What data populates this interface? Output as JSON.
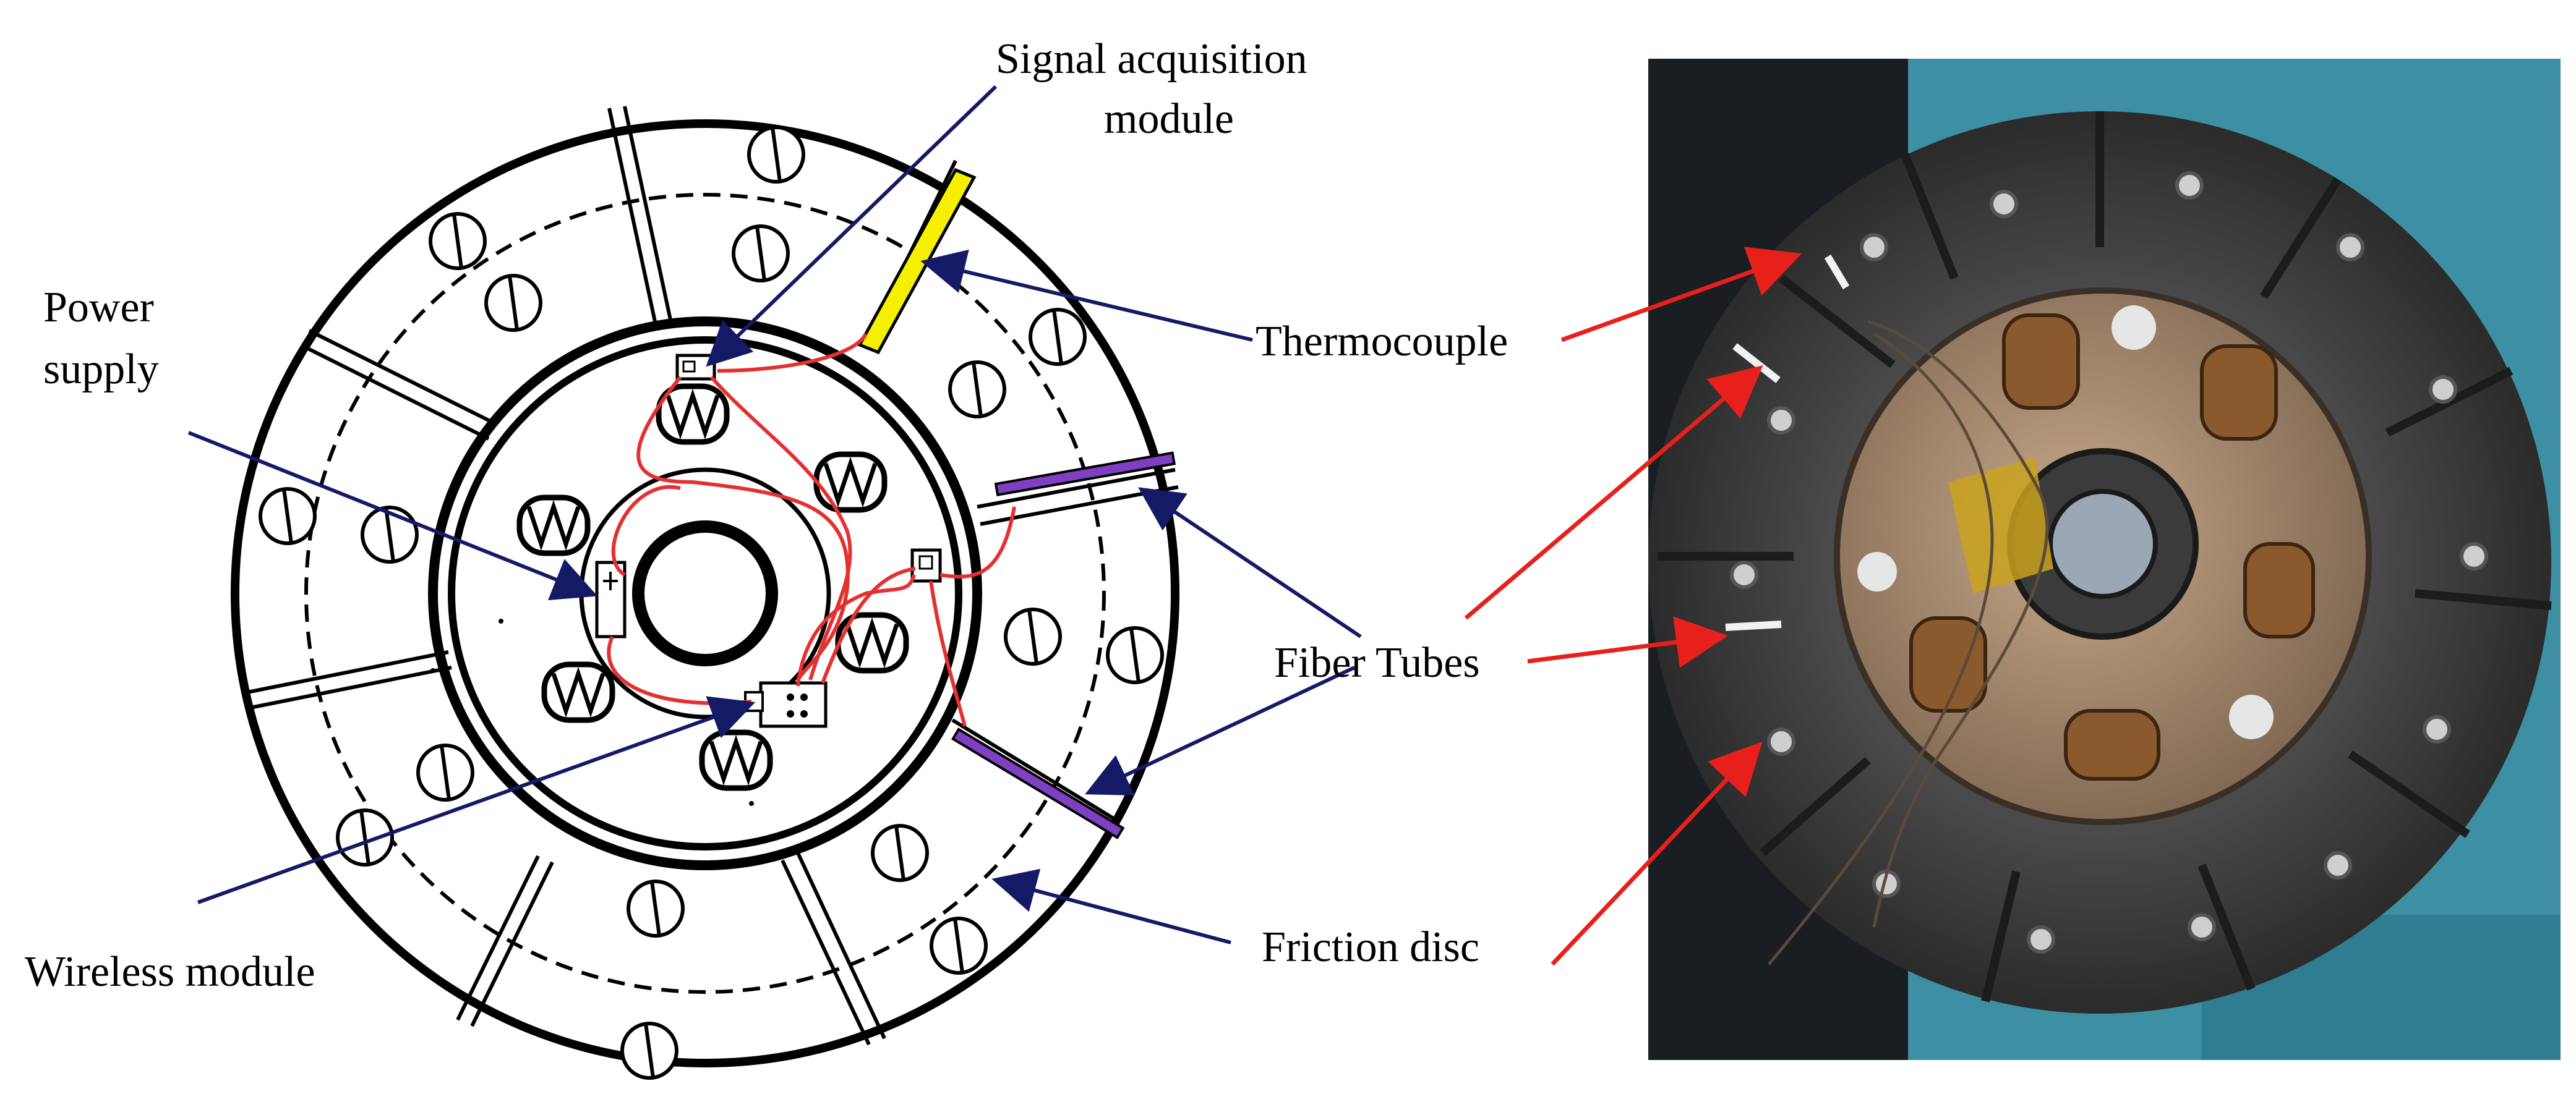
{
  "labels": {
    "signal_acquisition_line1": "Signal acquisition",
    "signal_acquisition_line2": "module",
    "power_supply_line1": "Power",
    "power_supply_line2": "supply",
    "thermocouple": "Thermocouple",
    "fiber_tubes": "Fiber Tubes",
    "friction_disc": "Friction disc",
    "wireless_module": "Wireless module"
  },
  "colors": {
    "navy_arrow": "#141a66",
    "red_arrow": "#e8201c",
    "red_wire": "#e53030",
    "thermocouple_fill": "#f4f000",
    "fiber_tube_fill": "#7e3fc0",
    "photo_background": "#3d8fa3"
  }
}
